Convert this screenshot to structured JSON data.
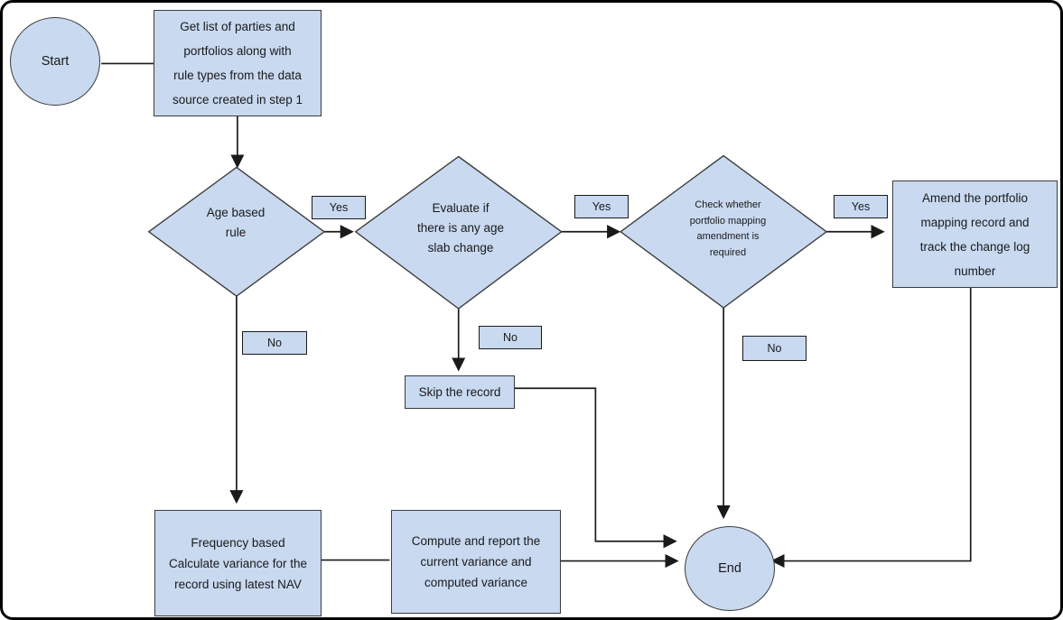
{
  "palette": {
    "shape_fill": "#c8d9f0",
    "shape_stroke": "#3c3c3c",
    "line_color": "#1a1a1a",
    "text_color": "#1a1a1a",
    "page_bg": "#ffffff",
    "frame_color": "#000000"
  },
  "nodes": {
    "start": {
      "type": "terminator",
      "label": "Start"
    },
    "get_list": {
      "type": "process",
      "lines": [
        "Get list of parties and",
        "portfolios along with",
        "rule types from the data",
        "source created in step 1"
      ]
    },
    "age_rule": {
      "type": "decision",
      "lines": [
        "Age based",
        "rule"
      ]
    },
    "evaluate_slab": {
      "type": "decision",
      "lines": [
        "Evaluate if",
        "there is any age",
        "slab change"
      ]
    },
    "check_mapping": {
      "type": "decision",
      "lines": [
        "Check whether",
        "portfolio mapping",
        "amendment is",
        "required"
      ]
    },
    "amend": {
      "type": "process",
      "lines": [
        "Amend the portfolio",
        "mapping record and",
        "track the change log",
        "number"
      ]
    },
    "skip": {
      "type": "process",
      "label": "Skip the record"
    },
    "frequency": {
      "type": "process",
      "lines": [
        "Frequency based",
        "Calculate variance for the",
        "record using latest NAV"
      ]
    },
    "compute": {
      "type": "process",
      "lines": [
        "Compute and report the",
        "current variance and",
        "computed variance"
      ]
    },
    "end": {
      "type": "terminator",
      "label": "End"
    }
  },
  "edge_labels": {
    "age_yes": "Yes",
    "age_no": "No",
    "slab_yes": "Yes",
    "slab_no": "No",
    "mapping_yes": "Yes",
    "mapping_no": "No"
  },
  "edges": [
    {
      "from": "start",
      "to": "get_list",
      "label": ""
    },
    {
      "from": "get_list",
      "to": "age_rule",
      "label": ""
    },
    {
      "from": "age_rule",
      "to": "evaluate_slab",
      "label": "Yes"
    },
    {
      "from": "age_rule",
      "to": "frequency",
      "label": "No"
    },
    {
      "from": "evaluate_slab",
      "to": "check_mapping",
      "label": "Yes"
    },
    {
      "from": "evaluate_slab",
      "to": "skip",
      "label": "No"
    },
    {
      "from": "check_mapping",
      "to": "amend",
      "label": "Yes"
    },
    {
      "from": "check_mapping",
      "to": "end",
      "label": "No"
    },
    {
      "from": "amend",
      "to": "end",
      "label": ""
    },
    {
      "from": "skip",
      "to": "end",
      "label": ""
    },
    {
      "from": "frequency",
      "to": "compute",
      "label": ""
    },
    {
      "from": "compute",
      "to": "end",
      "label": ""
    }
  ]
}
